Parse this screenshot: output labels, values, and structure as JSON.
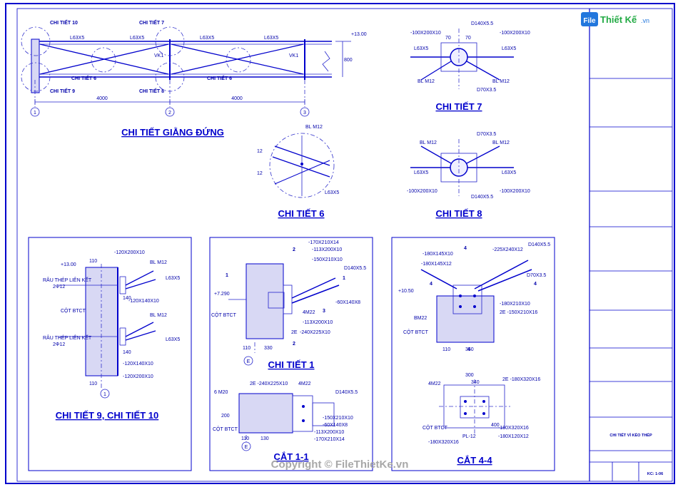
{
  "brand": {
    "logo_file": "File",
    "logo_name": "Thiết Kế",
    "logo_domain": ".vn"
  },
  "watermark": "Copyright © FileThietKe.vn",
  "elevation": {
    "callouts": [
      "CHI TIẾT 10",
      "CHI TIẾT 7",
      "CHI TIẾT 6",
      "CHI TIẾT 8",
      "CHI TIẾT 9",
      "CHI TIẾT 6"
    ],
    "brace_labels": [
      "L63X5",
      "L63X5",
      "L63X5",
      "L63X5"
    ],
    "beam_labels": [
      "VK1",
      "VK1"
    ],
    "level": "+13.00",
    "height_dim": "800",
    "spans": [
      "4000",
      "4000"
    ],
    "axes": [
      "1",
      "2",
      "3"
    ],
    "title": "CHI TIẾT GIẰNG ĐỨNG"
  },
  "detail7": {
    "title": "CHI TIẾT 7",
    "labels": [
      "D140X5.5",
      "-100X200X10",
      "-100X200X10",
      "L63X5",
      "L63X5",
      "BL M12",
      "BL M12",
      "D70X3.5",
      "70",
      "70"
    ]
  },
  "detail6": {
    "title": "CHI TIẾT 6",
    "labels": [
      "BL M12",
      "L63X5",
      "12",
      "12"
    ]
  },
  "detail8": {
    "title": "CHI TIẾT 8",
    "labels": [
      "D70X3.5",
      "BL M12",
      "BL M12",
      "L63X5",
      "L63X5",
      "-100X200X10",
      "-100X200X10",
      "D140X5.5"
    ]
  },
  "detail9": {
    "title": "CHI TIẾT 9, CHI TIẾT 10",
    "labels": [
      "+13.00",
      "-120X200X10",
      "BL M12",
      "L63X5",
      "RÂU THÉP LIÊN KẾT",
      "2Φ12",
      "CỘT BTCT",
      "-120X140X10",
      "BL M12",
      "L63X5",
      "RÂU THÉP LIÊN KẾT",
      "2Φ12",
      "-120X140X10",
      "-120X200X10",
      "110",
      "110",
      "140",
      "140"
    ],
    "axis": "1"
  },
  "detail1": {
    "title": "CHI TIẾT 1",
    "labels": [
      "-170X210X14",
      "-113X200X10",
      "-150X210X10",
      "D140X5.5",
      "+7.290",
      "CỘT BTCT",
      "-60X140X8",
      "4M22",
      "2E",
      "-240X225X10",
      "-113X200X10",
      "110",
      "330"
    ],
    "section_marks": [
      "1",
      "1",
      "2",
      "2",
      "3"
    ],
    "axis": "E"
  },
  "section11": {
    "title": "CẮT 1-1",
    "labels": [
      "2E -240X225X10",
      "4M22",
      "6 M20",
      "D140X5.5",
      "CỘT BTCT",
      "-113X200X10",
      "-60X140X8",
      "-170X210X14",
      "-150X210X10",
      "110",
      "130",
      "200"
    ],
    "axis": "E"
  },
  "detail44a": {
    "labels": [
      "-225X240X12",
      "D140X5.5",
      "-180X145X10",
      "-180X145X12",
      "D70X3.5",
      "+10.50",
      "-180X210X10",
      "2E -150X210X16",
      "BM22",
      "CỘT BTCT",
      "110",
      "350"
    ],
    "section_marks": [
      "4",
      "4",
      "4",
      "4"
    ]
  },
  "section44": {
    "title": "CẮT 4-4",
    "labels": [
      "2E -180X320X16",
      "4M22",
      "CỘT BTCT",
      "-180X320X16",
      "-180X120X12",
      "PL-12",
      "-180X320X16",
      "300",
      "340",
      "400"
    ]
  },
  "title_block": {
    "drawing_name": "CHI TIẾT VÌ KÈO THÉP",
    "sheet": "KC: 1-06"
  }
}
